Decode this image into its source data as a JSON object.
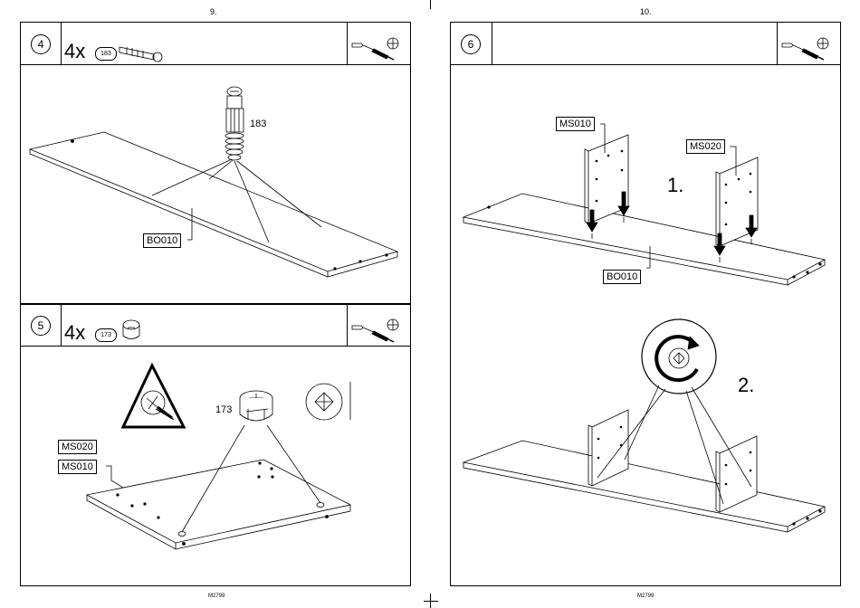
{
  "pages": {
    "left": "9.",
    "right": "10."
  },
  "footer": {
    "left": "M2799",
    "right": "M2799"
  },
  "steps": {
    "s4": "4",
    "s5": "5",
    "s6": "6"
  },
  "qty": {
    "s4": "4x",
    "s5": "4x"
  },
  "parts": {
    "p183": "183",
    "p173": "173"
  },
  "labels": {
    "bo010": "BO010",
    "ms010": "MS010",
    "ms020": "MS020"
  },
  "callouts": {
    "c183": "183",
    "c173": "173"
  },
  "order": {
    "one": "1.",
    "two": "2."
  },
  "icons": {
    "tools": "screwdriver-icon",
    "screw_head": "crosshead-screw-icon"
  }
}
